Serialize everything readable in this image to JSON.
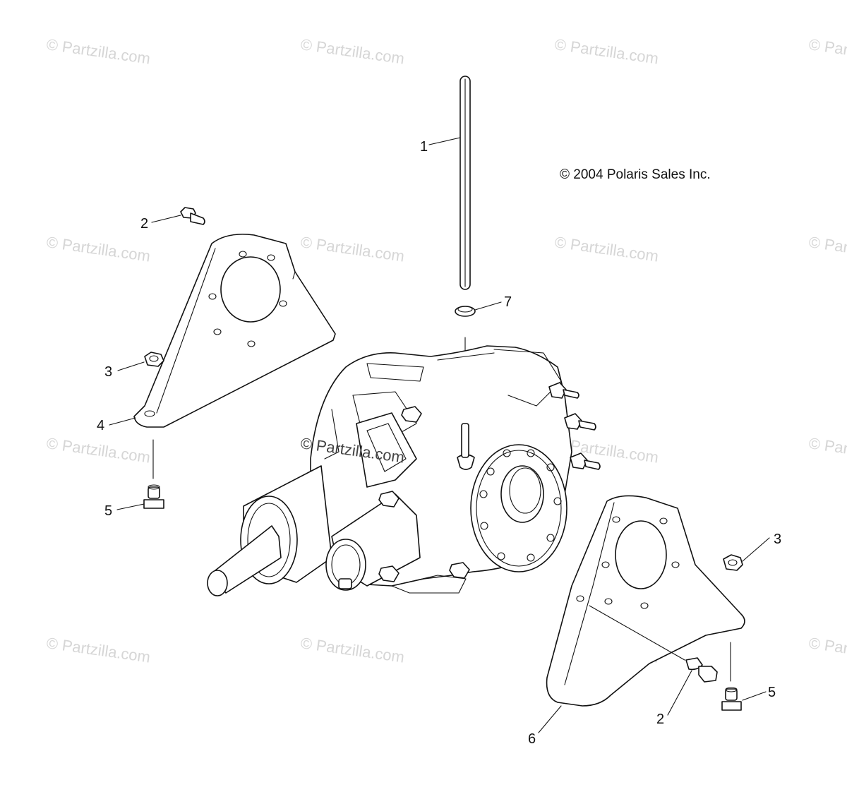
{
  "watermark": "© Partzilla.com",
  "copyright": "© 2004 Polaris Sales Inc.",
  "callouts": {
    "c1": "1",
    "c2a": "2",
    "c2b": "2",
    "c3a": "3",
    "c3b": "3",
    "c4": "4",
    "c5a": "5",
    "c5b": "5",
    "c6": "6",
    "c7": "7"
  }
}
